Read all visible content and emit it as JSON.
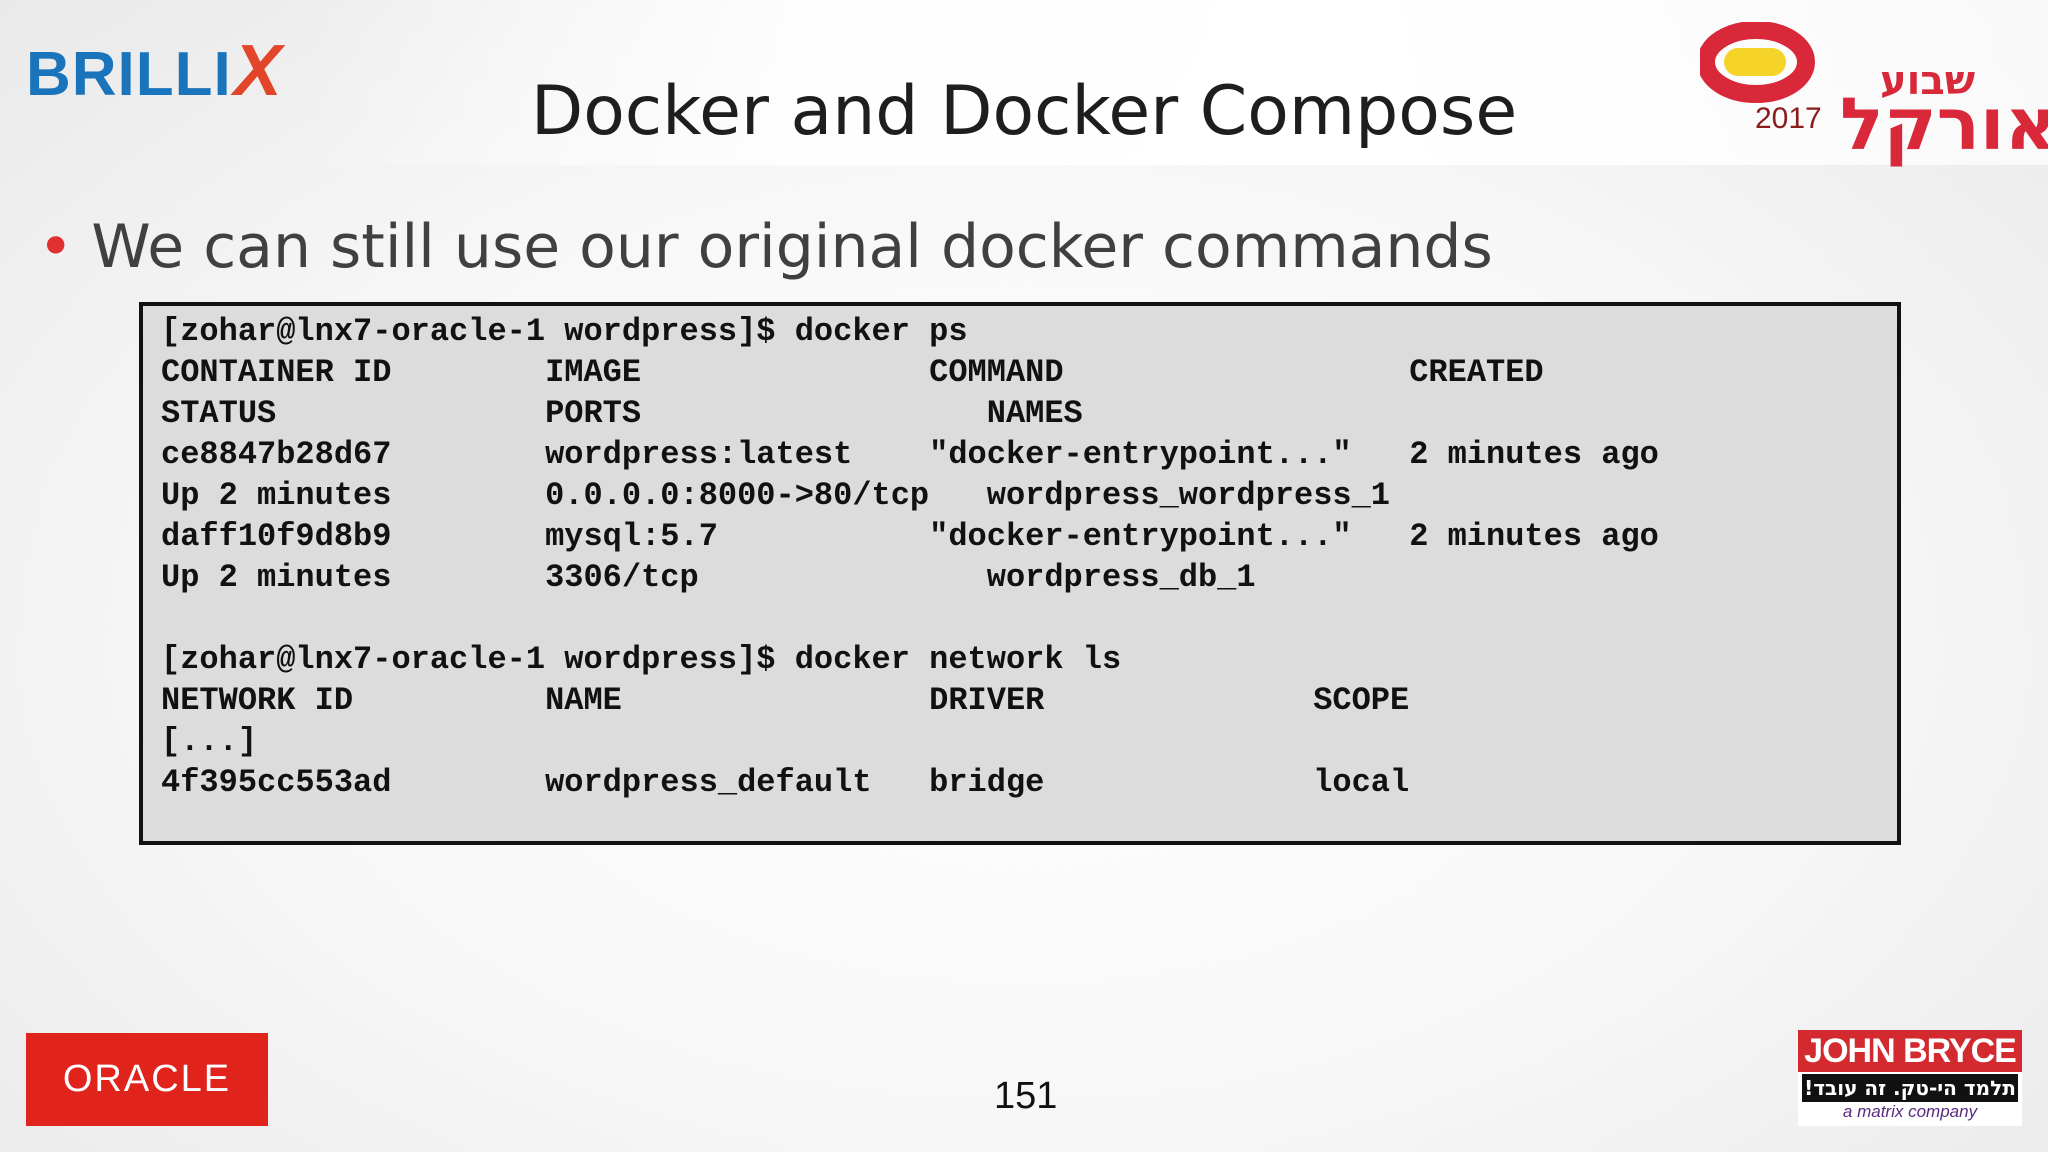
{
  "header": {
    "brand_main": "BRILLI",
    "brand_x": "X",
    "title": "Docker and Docker Compose",
    "event_logo": {
      "small_text": "שבוע",
      "big_text": "אורקל",
      "year": "2017"
    }
  },
  "bullet": "We can still use our original docker commands",
  "terminal": {
    "lines": [
      "[zohar@lnx7-oracle-1 wordpress]$ docker ps",
      "CONTAINER ID        IMAGE               COMMAND                  CREATED",
      "STATUS              PORTS                  NAMES",
      "ce8847b28d67        wordpress:latest    \"docker-entrypoint...\"   2 minutes ago",
      "Up 2 minutes        0.0.0.0:8000->80/tcp   wordpress_wordpress_1",
      "daff10f9d8b9        mysql:5.7           \"docker-entrypoint...\"   2 minutes ago",
      "Up 2 minutes        3306/tcp               wordpress_db_1",
      "",
      "[zohar@lnx7-oracle-1 wordpress]$ docker network ls",
      "NETWORK ID          NAME                DRIVER              SCOPE",
      "[...]",
      "4f395cc553ad        wordpress_default   bridge              local"
    ]
  },
  "footer": {
    "oracle_logo": "ORACLE",
    "page_number": "151",
    "john_bryce": {
      "name": "JOHN BRYCE",
      "tagline": "תלמד הי-טק. זה עובד!",
      "sub": "a matrix company"
    }
  },
  "colors": {
    "brillix_blue": "#1a74bb",
    "brillix_x": "#e2452a",
    "bullet_red": "#e03030",
    "terminal_bg": "#dcdcdc",
    "oracle_red": "#e0231b"
  }
}
